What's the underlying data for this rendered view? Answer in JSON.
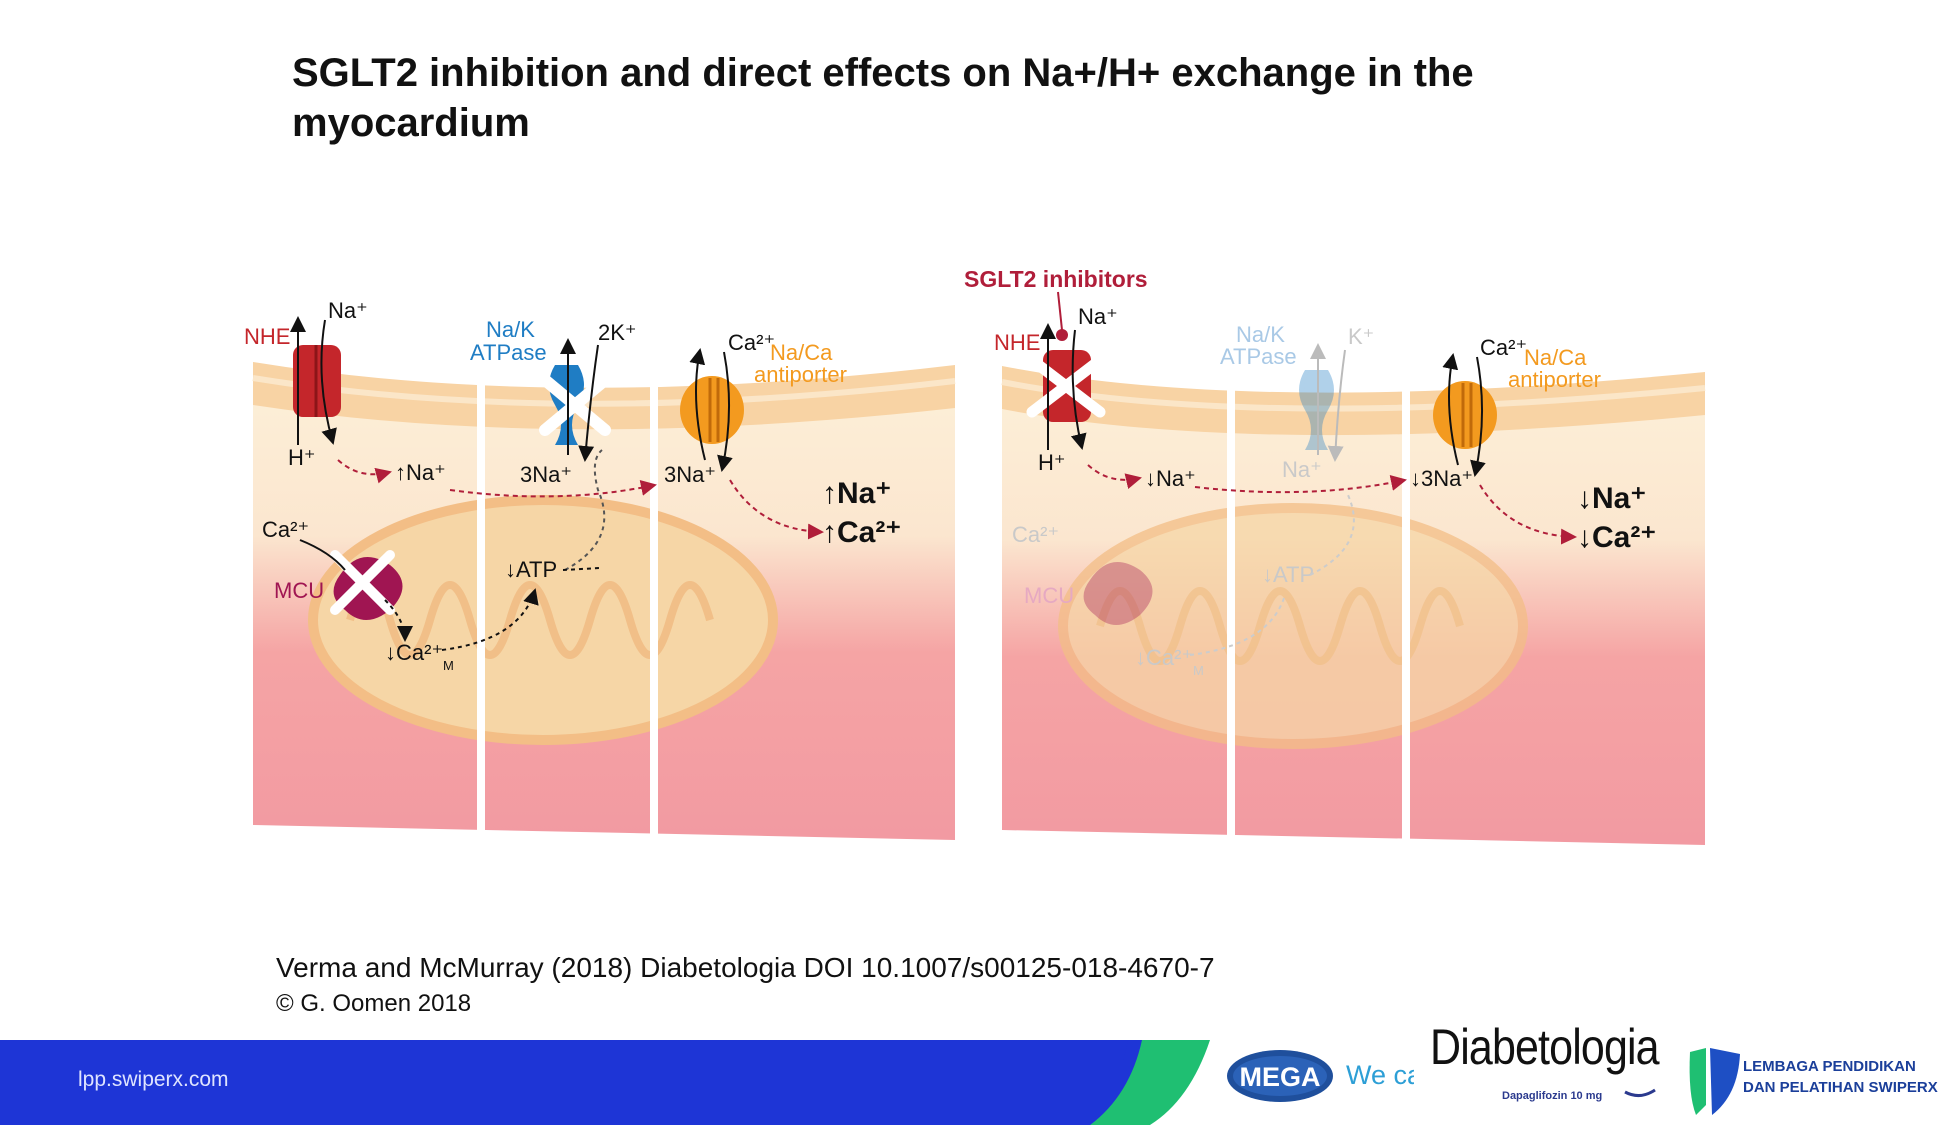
{
  "slide": {
    "title": "SGLT2 inhibition and direct effects on Na+/H+ exchange in the myocardium"
  },
  "diagram": {
    "left": {
      "nhe": "NHE",
      "na_plus": "Na⁺",
      "h_plus": "H⁺",
      "up_na": "↑Na⁺",
      "nak_line1": "Na/K",
      "nak_line2": "ATPase",
      "two_k": "2K⁺",
      "three_na_a": "3Na⁺",
      "three_na_b": "3Na⁺",
      "ca2": "Ca²⁺",
      "naca_line1": "Na/Ca",
      "naca_line2": "antiporter",
      "result_na": "↑Na⁺",
      "result_ca": "↑Ca²⁺",
      "ca2_mito": "Ca²⁺",
      "mcu": "MCU",
      "atp": "↓ATP",
      "ca2_m": "↓Ca²⁺",
      "m_sub": "M"
    },
    "right": {
      "sglt2_label": "SGLT2 inhibitors",
      "nhe": "NHE",
      "na_plus": "Na⁺",
      "h_plus": "H⁺",
      "down_na": "↓Na⁺",
      "nak_line1": "Na/K",
      "nak_line2": "ATPase",
      "k_plus": "K⁺",
      "na_faded": "Na⁺",
      "three_na": "↓3Na⁺",
      "ca2": "Ca²⁺",
      "naca_line1": "Na/Ca",
      "naca_line2": "antiporter",
      "result_na": "↓Na⁺",
      "result_ca": "↓Ca²⁺",
      "ca2_mito": "Ca²⁺",
      "mcu": "MCU",
      "atp": "↓ATP",
      "ca2_m": "↓Ca²⁺",
      "m_sub": "M"
    }
  },
  "citation": {
    "reference": "Verma and McMurray (2018) Diabetologia DOI 10.1007/s00125-018-4670-7",
    "copyright": "© G. Oomen 2018"
  },
  "footer": {
    "url": "lpp.swiperx.com",
    "mega_logo": "MEGA",
    "mega_tagline": "We ca",
    "diabetologia_brand": "Diabetologia",
    "diabetologia_sub": "Dapaglifozin 10 mg",
    "lpp_line1": "LEMBAGA PENDIDIKAN",
    "lpp_line2": "DAN PELATIHAN SWIPERX",
    "colors": {
      "bar": "#1e35d6",
      "accent": "#1fbf72"
    }
  }
}
